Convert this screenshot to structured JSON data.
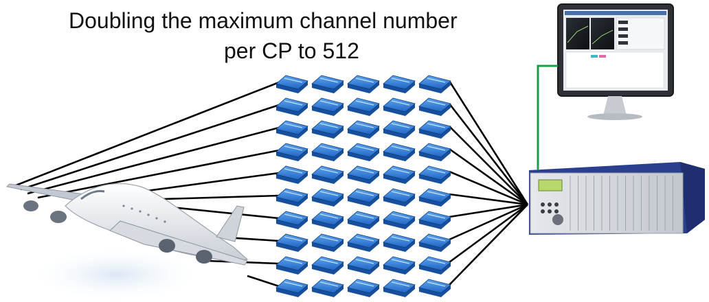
{
  "title": {
    "line1": "Doubling the maximum channel number",
    "line2": "per CP to 512"
  },
  "modules": {
    "rows": 10,
    "cols": 5
  },
  "colors": {
    "module_top": "#2f7fd8",
    "module_side": "#164f9c",
    "wire": "#000000",
    "link": "#14a046",
    "frame": "#c8ccd2",
    "rack_blue": "#2b3f8f"
  },
  "icons": [
    "airplane-icon",
    "measurement-module-icon",
    "monitor-icon",
    "mainframe-icon"
  ]
}
